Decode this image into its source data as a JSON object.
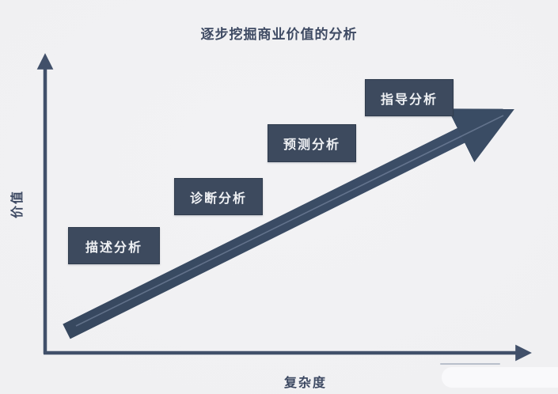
{
  "title": "逐步挖掘商业价值的分析",
  "axes": {
    "y_label": "价值",
    "x_label": "复杂度"
  },
  "stages": [
    {
      "label": "描述分析"
    },
    {
      "label": "诊断分析"
    },
    {
      "label": "预测分析"
    },
    {
      "label": "指导分析"
    }
  ],
  "trend": {
    "description": "ascending-arrow-bottom-left-to-top-right"
  },
  "colors": {
    "background": "#f0f0f2",
    "box_fill": "#3d4a5e",
    "box_text": "#eff1f4",
    "arrow": "#3a4c64",
    "axis": "#41506a",
    "title_text": "#3e4a63"
  }
}
